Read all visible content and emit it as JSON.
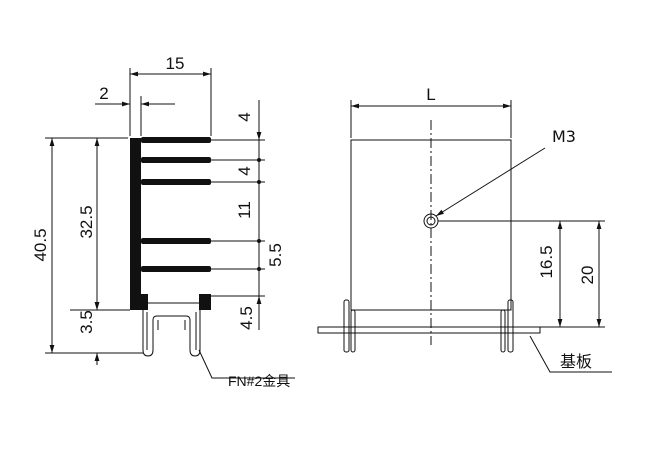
{
  "side_view": {
    "dim_width": "15",
    "dim_base": "2",
    "dim_height_total": "40.5",
    "dim_height_fins": "32.5",
    "dim_bottom": "3.5",
    "dim_pitch_top": "4",
    "dim_pitch_2": "4",
    "dim_pitch_3": "11",
    "dim_pitch_4": "5.5",
    "dim_pitch_5": "4.5",
    "leader_label": "FN#2金具"
  },
  "front_view": {
    "dim_length": "L",
    "hole_label": "M3",
    "dim_hole_height": "16.5",
    "dim_overall": "20",
    "board_label": "基板"
  },
  "colors": {
    "line": "#111111",
    "background": "#ffffff"
  }
}
